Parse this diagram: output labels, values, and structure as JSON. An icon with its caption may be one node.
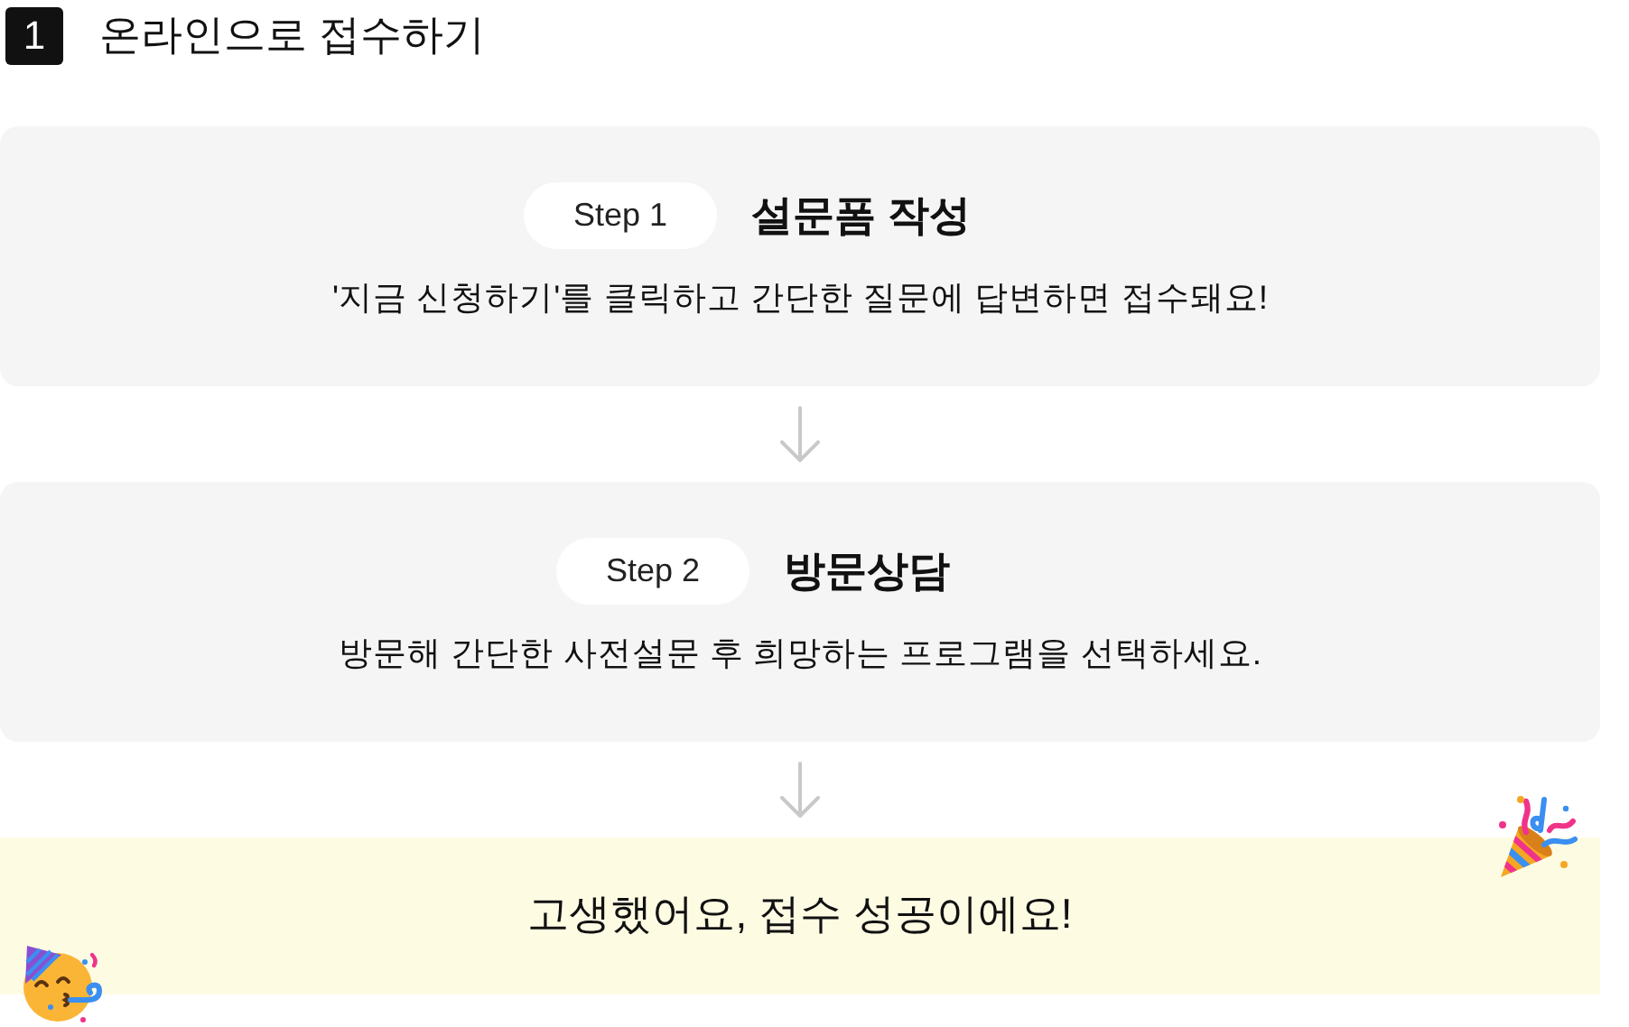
{
  "diagram": {
    "title": "온라인으로 접수하기",
    "nodes": [
      {
        "text": [
          "설문폼 작성",
          "'지금 신청하기'를 클릭하고 간단한 질문에 답변하면 접수돼요!"
        ]
      },
      {
        "text": [
          "Step 1"
        ],
        "in": 0
      },
      {
        "text": [
          "방문상담",
          "방문해 간단한 사전설문 후 희망하는 프로그램을 선택하세요."
        ]
      },
      {
        "text": [
          "Step 2"
        ],
        "in": 2
      },
      {
        "text": [
          "고생했어요, 접수 성공이에요!"
        ]
      }
    ],
    "edges": [
      {
        "from": 0,
        "to": 2,
        "arrow": "to"
      },
      {
        "from": 2,
        "to": 4,
        "arrow": "to"
      }
    ],
    "labels": [
      "1"
    ]
  }
}
